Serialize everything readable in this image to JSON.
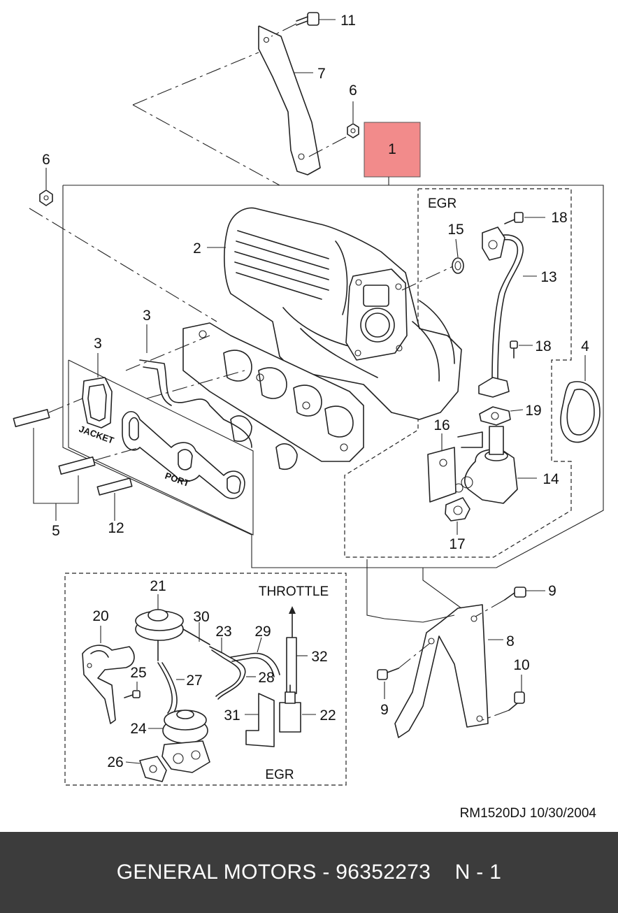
{
  "diagram": {
    "highlight_callout": "1",
    "callouts": {
      "c2": "2",
      "c3a": "3",
      "c3b": "3",
      "c4": "4",
      "c5": "5",
      "c6a": "6",
      "c6b": "6",
      "c7": "7",
      "c8": "8",
      "c9a": "9",
      "c9b": "9",
      "c10": "10",
      "c11": "11",
      "c12": "12",
      "c13": "13",
      "c14": "14",
      "c15": "15",
      "c16": "16",
      "c17": "17",
      "c18a": "18",
      "c18b": "18",
      "c19": "19",
      "c20": "20",
      "c21": "21",
      "c22": "22",
      "c23": "23",
      "c24": "24",
      "c25": "25",
      "c26": "26",
      "c27": "27",
      "c28": "28",
      "c29": "29",
      "c30": "30",
      "c31": "31",
      "c32": "32"
    },
    "labels": {
      "egr_top": "EGR",
      "egr_bottom": "EGR",
      "throttle": "THROTTLE",
      "jacket": "JACKET",
      "port": "PORT"
    },
    "drawing_reference": "RM1520DJ  10/30/2004",
    "highlight_color": "#f28b8b"
  },
  "footer": {
    "text": "GENERAL MOTORS - 96352273    N - 1",
    "background": "#3c3c3c"
  }
}
